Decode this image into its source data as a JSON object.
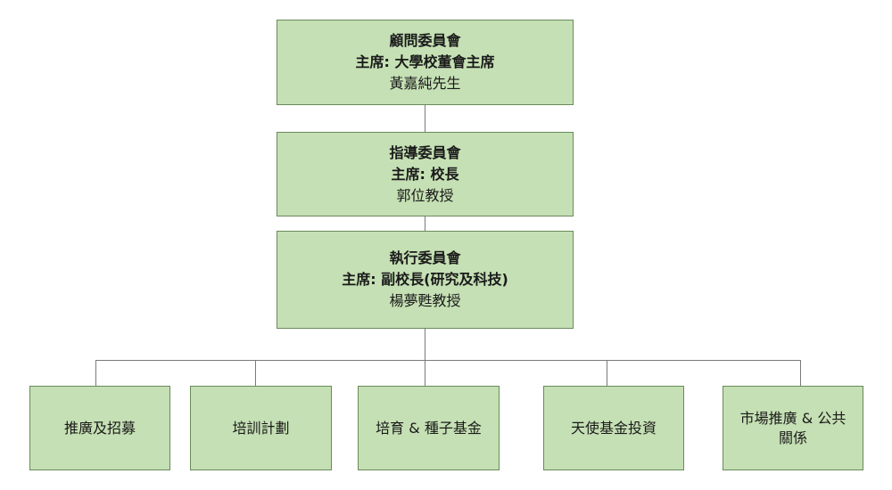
{
  "advisory": {
    "title": "顧問委員會",
    "chair": "主席: 大學校董會主席",
    "person": "黃嘉純先生"
  },
  "steering": {
    "title": "指導委員會",
    "chair": "主席: 校長",
    "person": "郭位教授"
  },
  "executive": {
    "title": "執行委員會",
    "chair": "主席: 副校長(研究及科技)",
    "person": "楊夢甦教授"
  },
  "units": [
    {
      "label": "推廣及招募"
    },
    {
      "label": "培訓計劃"
    },
    {
      "label": "培育 & 種子基金"
    },
    {
      "label": "天使基金投資"
    },
    {
      "label": "市場推廣 & 公共關係"
    }
  ],
  "colors": {
    "box_fill": "#c5e0b4",
    "box_border": "#6a8a5a",
    "line": "#7a7a7a"
  }
}
